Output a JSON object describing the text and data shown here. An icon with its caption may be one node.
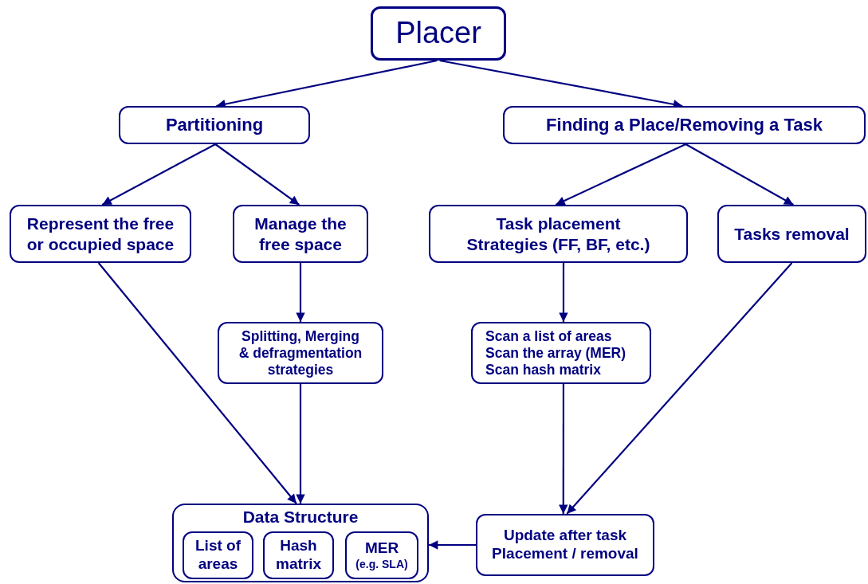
{
  "diagram": {
    "nodes": [
      {
        "text": [
          "Placer"
        ]
      },
      {
        "text": [
          "Partitioning"
        ]
      },
      {
        "text": [
          "Finding a Place/Removing a Task"
        ]
      },
      {
        "text": [
          "Represent the free or occupied space"
        ]
      },
      {
        "text": [
          "Manage the free space"
        ]
      },
      {
        "text": [
          "Task placement Strategies (FF, BF,  etc.)"
        ]
      },
      {
        "text": [
          "Tasks removal"
        ]
      },
      {
        "text": [
          "Splitting, Merging & defragmentation strategies"
        ]
      },
      {
        "text": [
          "Scan a list of areas",
          "Scan the array (MER)",
          "Scan hash matrix"
        ]
      },
      {
        "text": [
          "Data Structure"
        ]
      },
      {
        "text": [
          "List of areas"
        ],
        "in": 9
      },
      {
        "text": [
          "Hash matrix"
        ],
        "in": 9
      },
      {
        "text": [
          "MER",
          "(e.g. SLA)"
        ],
        "in": 9
      },
      {
        "text": [
          "Update after task Placement / removal"
        ]
      }
    ],
    "edges": [
      {
        "from": 0,
        "to": 1,
        "arrow": "to"
      },
      {
        "from": 0,
        "to": 2,
        "arrow": "to"
      },
      {
        "from": 1,
        "to": 3,
        "arrow": "to"
      },
      {
        "from": 1,
        "to": 4,
        "arrow": "to"
      },
      {
        "from": 2,
        "to": 5,
        "arrow": "to"
      },
      {
        "from": 2,
        "to": 6,
        "arrow": "to"
      },
      {
        "from": 4,
        "to": 7,
        "arrow": "to"
      },
      {
        "from": 3,
        "to": 9,
        "arrow": "to"
      },
      {
        "from": 7,
        "to": 9,
        "arrow": "to"
      },
      {
        "from": 5,
        "to": 8,
        "arrow": "to"
      },
      {
        "from": 8,
        "to": 13,
        "arrow": "to"
      },
      {
        "from": 6,
        "to": 13,
        "arrow": "to"
      },
      {
        "from": 13,
        "to": 9,
        "arrow": "to"
      }
    ]
  }
}
